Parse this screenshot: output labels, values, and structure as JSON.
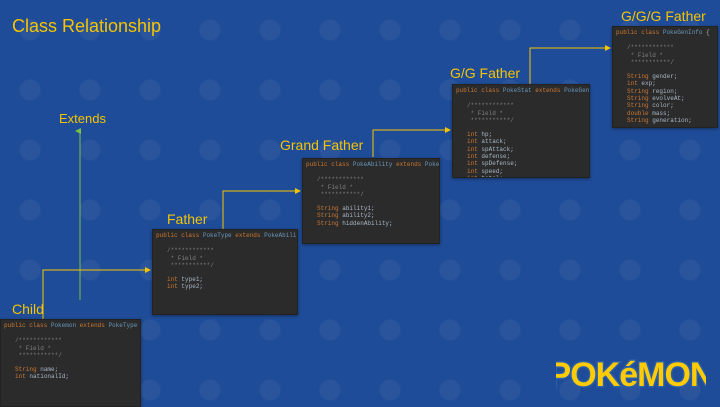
{
  "slide": {
    "title": "Class Relationship",
    "extends_label": "Extends",
    "levels": [
      {
        "label": "Child",
        "header": {
          "public": "public",
          "class": "class",
          "name": "Pokemon",
          "extends": "extends",
          "parent": "PokeType",
          "brace": "{"
        },
        "comment": [
          "/************",
          " * Field *",
          " ***********/"
        ],
        "fields": [
          [
            "String",
            "name;"
          ],
          [
            "int",
            "nationalId;"
          ]
        ]
      },
      {
        "label": "Father",
        "header": {
          "public": "public",
          "class": "class",
          "name": "PokeType",
          "extends": "extends",
          "parent": "PokeAbility",
          "brace": "{"
        },
        "comment": [
          "/************",
          " * Field *",
          " ***********/"
        ],
        "fields": [
          [
            "int",
            "type1;"
          ],
          [
            "int",
            "type2;"
          ]
        ]
      },
      {
        "label": "Grand Father",
        "header": {
          "public": "public",
          "class": "class",
          "name": "PokeAbility",
          "extends": "extends",
          "parent": "PokeStat",
          "brace": "{"
        },
        "comment": [
          "/************",
          " * Field *",
          " ***********/"
        ],
        "fields": [
          [
            "String",
            "ability1;"
          ],
          [
            "String",
            "ability2;"
          ],
          [
            "String",
            "hiddenAbility;"
          ]
        ]
      },
      {
        "label": "G/G Father",
        "header": {
          "public": "public",
          "class": "class",
          "name": "PokeStat",
          "extends": "extends",
          "parent": "PokeGenInfo",
          "brace": "{"
        },
        "comment": [
          "/************",
          " * Field *",
          " ***********/"
        ],
        "fields": [
          [
            "int",
            "hp;"
          ],
          [
            "int",
            "attack;"
          ],
          [
            "int",
            "spAttack;"
          ],
          [
            "int",
            "defense;"
          ],
          [
            "int",
            "spDefense;"
          ],
          [
            "int",
            "speed;"
          ],
          [
            "int",
            "total;"
          ]
        ]
      },
      {
        "label": "G/G/G Father",
        "header": {
          "public": "public",
          "class": "class",
          "name": "PokeGenInfo",
          "extends": "",
          "parent": "",
          "brace": "{"
        },
        "comment": [
          "/************",
          " * Field *",
          " ***********/"
        ],
        "fields": [
          [
            "String",
            "gender;"
          ],
          [
            "int",
            "exp;"
          ],
          [
            "String",
            "region;"
          ],
          [
            "String",
            "evolveAt;"
          ],
          [
            "String",
            "color;"
          ],
          [
            "double",
            "mass;"
          ],
          [
            "String",
            "generation;"
          ]
        ]
      }
    ],
    "logo_text": "POKéMON",
    "colors": {
      "background": "#1f4c98",
      "label": "#f5c400",
      "extends_arrow": "#7ac142",
      "code_bg": "#2b2b2b"
    }
  }
}
